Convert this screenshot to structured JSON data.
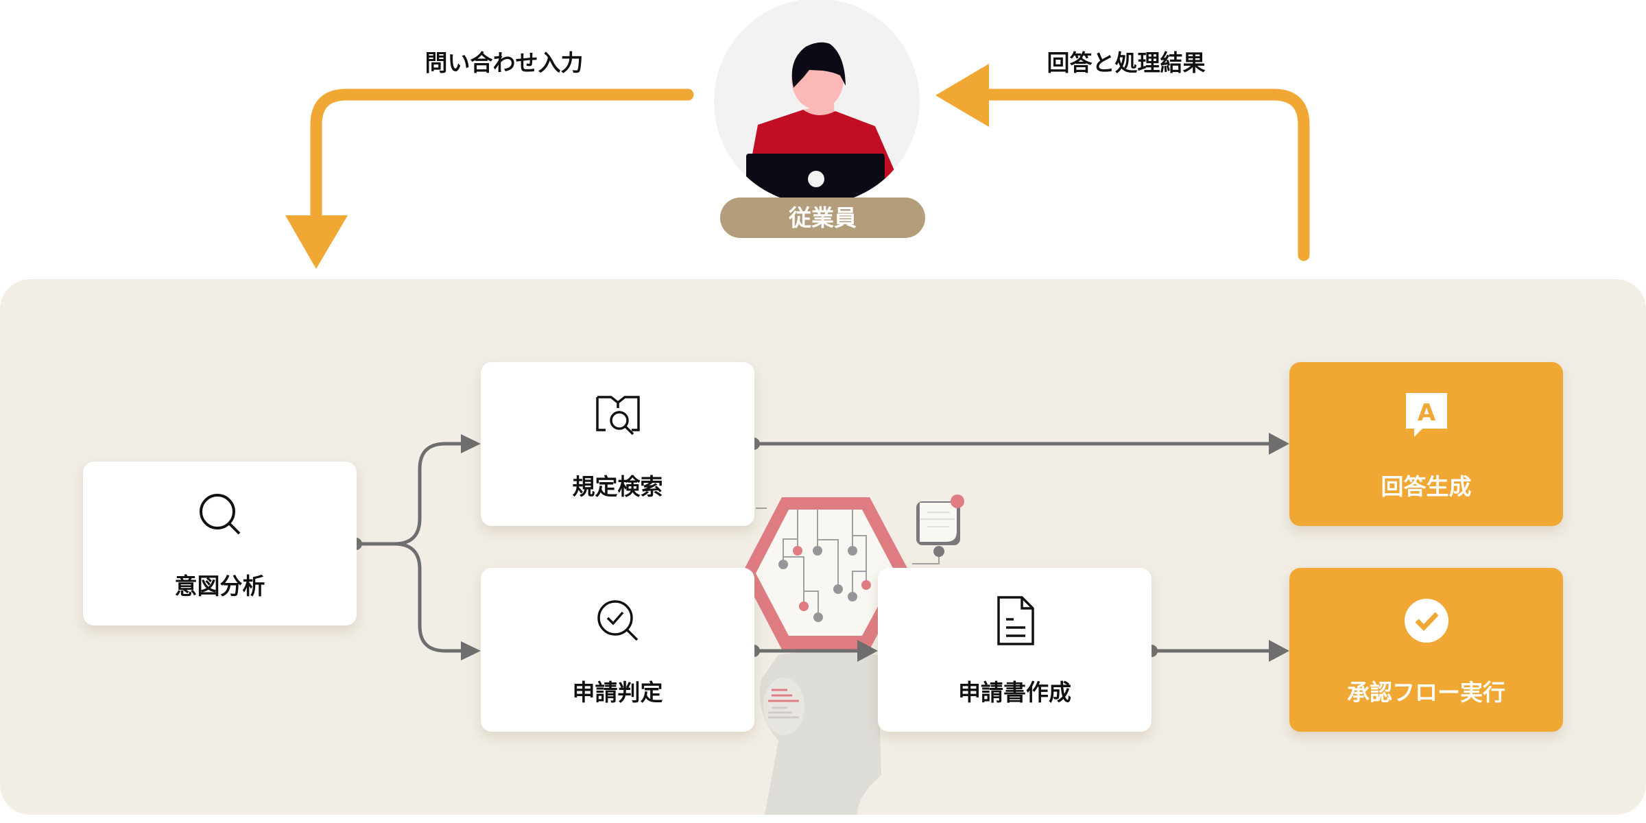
{
  "colors": {
    "accent": "#F0A733",
    "panel": "#F2EEE6",
    "connector": "#6E6E6E",
    "pill": "#B39D7B",
    "shirt": "#C20E24",
    "hexagon": "#DE7C82"
  },
  "top": {
    "left_label": "問い合わせ入力",
    "right_label": "回答と処理結果",
    "actor_label": "従業員"
  },
  "nodes": {
    "intent": {
      "label": "意図分析",
      "icon": "search-icon"
    },
    "regulation": {
      "label": "規定検索",
      "icon": "book-search-icon"
    },
    "application": {
      "label": "申請判定",
      "icon": "check-search-icon"
    },
    "document": {
      "label": "申請書作成",
      "icon": "document-icon"
    },
    "answer": {
      "label": "回答生成",
      "icon": "answer-bubble-icon"
    },
    "approval": {
      "label": "承認フロー実行",
      "icon": "check-circle-icon"
    }
  }
}
